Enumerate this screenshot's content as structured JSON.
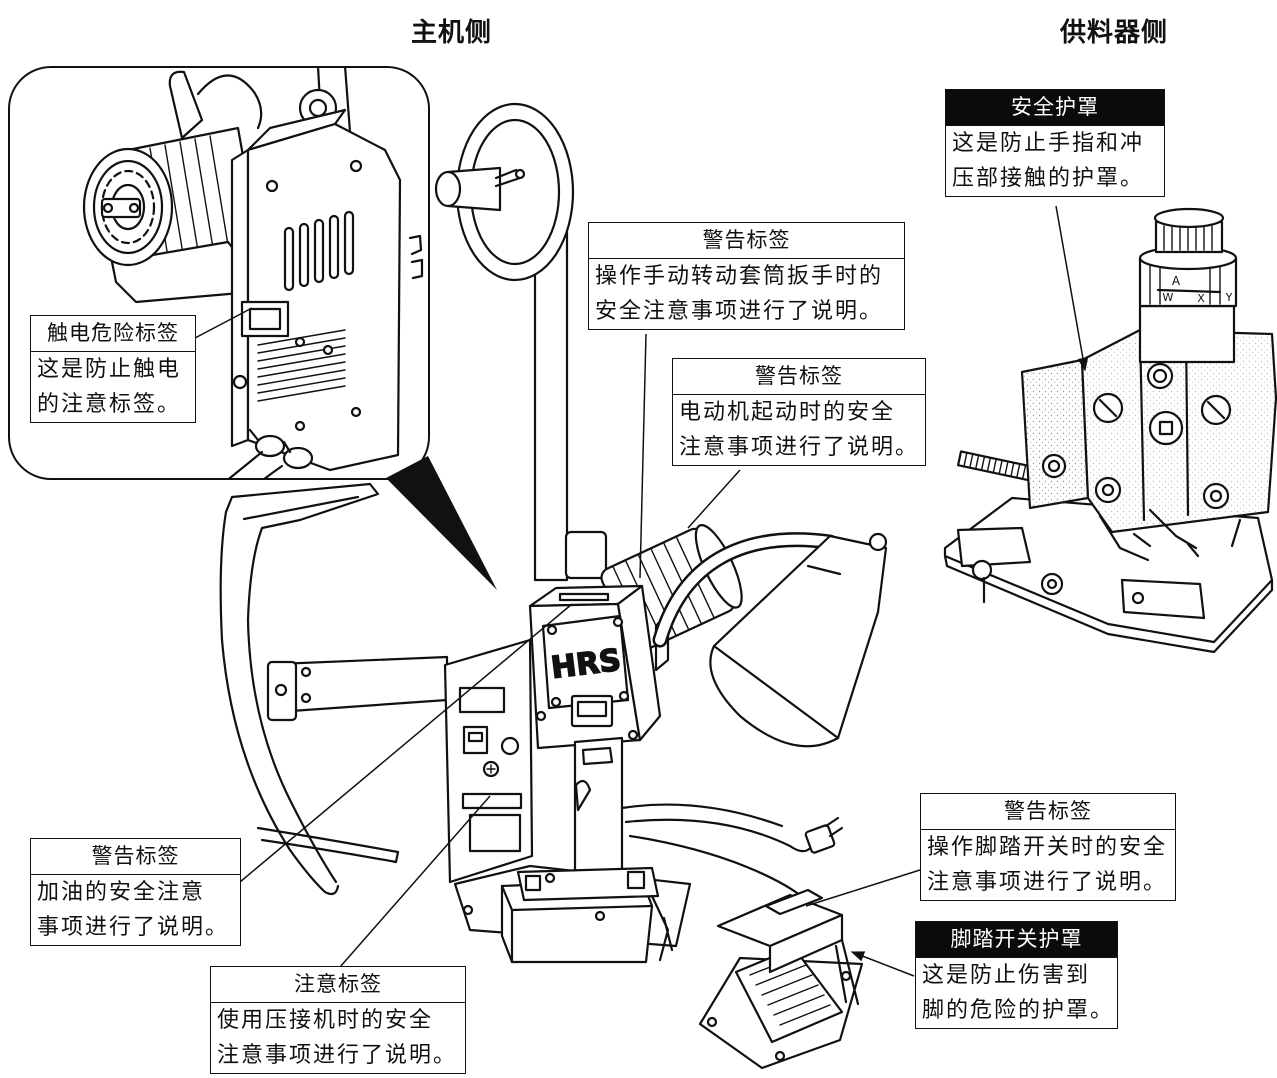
{
  "headers": {
    "main_side": "主机侧",
    "feeder_side": "供料器侧"
  },
  "labels": {
    "shock": {
      "title": "触电危险标签",
      "lines": [
        "这是防止触电",
        "的注意标签。"
      ]
    },
    "guard": {
      "title": "安全护罩",
      "lines": [
        "这是防止手指和冲",
        "压部接触的护罩。"
      ]
    },
    "warn_wrench": {
      "title": "警告标签",
      "lines": [
        "操作手动转动套筒扳手时的",
        "安全注意事项进行了说明。"
      ]
    },
    "warn_motor": {
      "title": "警告标签",
      "lines": [
        "电动机起动时的安全",
        "注意事项进行了说明。"
      ]
    },
    "warn_oil": {
      "title": "警告标签",
      "lines": [
        "加油的安全注意",
        "事项进行了说明。"
      ]
    },
    "caution_press": {
      "title": "注意标签",
      "lines": [
        "使用压接机时的安全",
        "注意事项进行了说明。"
      ]
    },
    "warn_footswitch": {
      "title": "警告标签",
      "lines": [
        "操作脚踏开关时的安全",
        "注意事项进行了说明。"
      ]
    },
    "footswitch_guard": {
      "title": "脚踏开关护罩",
      "lines": [
        "这是防止伤害到",
        "脚的危险的护罩。"
      ]
    }
  },
  "drawing_marks": {
    "logo": "HRS",
    "dial_letters": [
      "A",
      "W",
      "X",
      "Y"
    ]
  },
  "colors": {
    "line": "#111111",
    "dark_title_bg": "#0b0b0b",
    "dark_title_text": "#ffffff"
  }
}
